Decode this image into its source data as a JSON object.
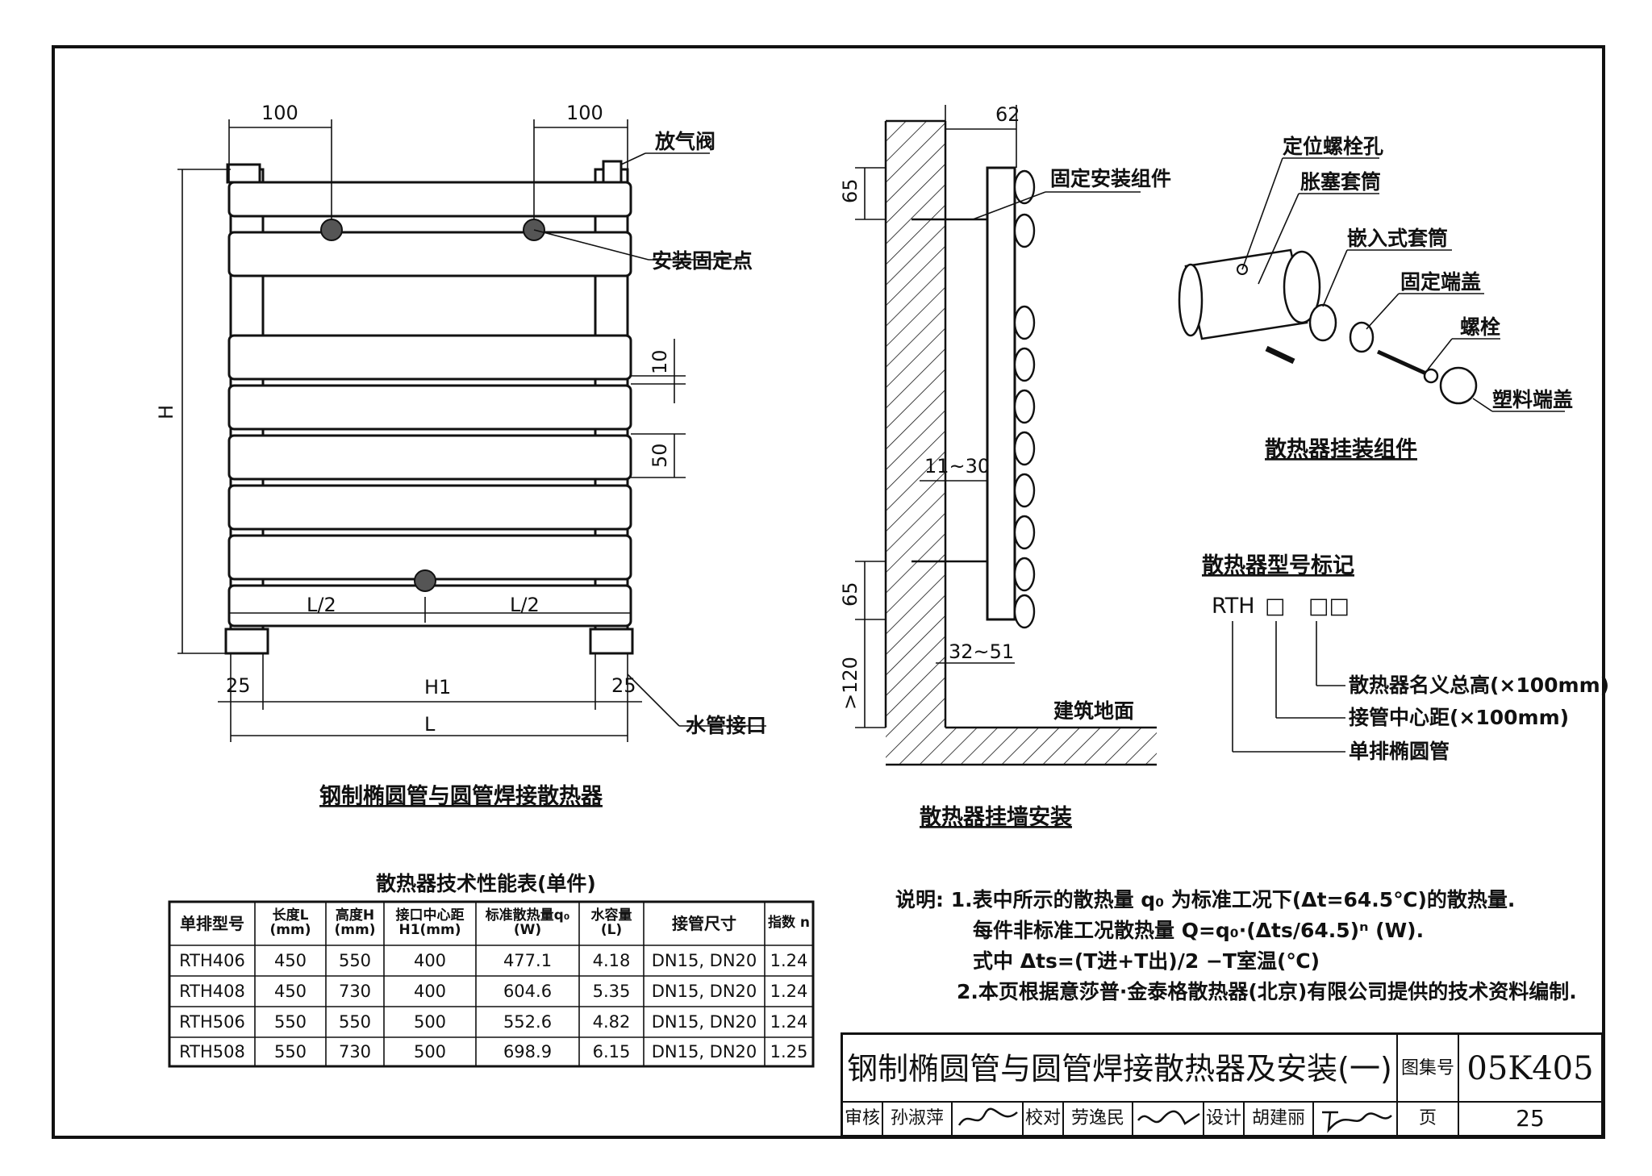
{
  "drawing": {
    "left": {
      "dim_top_left": "100",
      "dim_top_right": "100",
      "label_air_valve": "放气阀",
      "label_fix_point": "安装固定点",
      "dim_gap": "10",
      "dim_pitch": "50",
      "dim_height": "H",
      "half_left": "L/2",
      "half_right": "L/2",
      "edge_left": "25",
      "edge_right": "25",
      "h1": "H1",
      "length": "L",
      "label_water_port": "水管接口",
      "caption": "钢制椭圆管与圆管焊接散热器"
    },
    "middle": {
      "dim_depth": "62",
      "dim_top65": "65",
      "label_fix_assembly": "固定安装组件",
      "dim_wall_gap": "11~30",
      "dim_bottom65": "65",
      "dim_floor": ">120",
      "dim_offset": "32~51",
      "label_floor": "建筑地面",
      "caption": "散热器挂墙安装"
    },
    "right": {
      "label_locate_hole": "定位螺栓孔",
      "label_sleeve": "胀塞套筒",
      "label_embed_sleeve": "嵌入式套筒",
      "label_end_cap": "固定端盖",
      "label_bolt": "螺栓",
      "label_plastic_cap": "塑料端盖",
      "caption": "散热器挂装组件",
      "model_title": "散热器型号标记",
      "model_code": "RTH",
      "model_box1": "□",
      "model_box2": "□□",
      "legend_height": "散热器名义总高(×100mm)",
      "legend_center": "接管中心距(×100mm)",
      "legend_tube": "单排椭圆管"
    }
  },
  "table": {
    "title": "散热器技术性能表(单件)",
    "headers": [
      "单排型号",
      "长度L (mm)",
      "高度H (mm)",
      "接口中心距 H1(mm)",
      "标准散热量q₀ (W)",
      "水容量 (L)",
      "接管尺寸",
      "指数 n"
    ],
    "rows": [
      [
        "RTH406",
        "450",
        "550",
        "400",
        "477.1",
        "4.18",
        "DN15, DN20",
        "1.24"
      ],
      [
        "RTH408",
        "450",
        "730",
        "400",
        "604.6",
        "5.35",
        "DN15, DN20",
        "1.24"
      ],
      [
        "RTH506",
        "550",
        "550",
        "500",
        "552.6",
        "4.82",
        "DN15, DN20",
        "1.24"
      ],
      [
        "RTH508",
        "550",
        "730",
        "500",
        "698.9",
        "6.15",
        "DN15, DN20",
        "1.25"
      ]
    ]
  },
  "notes": {
    "line1": "说明: 1.表中所示的散热量 q₀ 为标准工况下(Δt=64.5℃)的散热量.",
    "line2": "每件非标准工况散热量 Q=q₀·(Δts/64.5)ⁿ (W).",
    "line3": "式中 Δts=(T进+T出)/2 −T室温(℃)",
    "line4": "2.本页根据意莎普·金泰格散热器(北京)有限公司提供的技术资料编制."
  },
  "title_block": {
    "title": "钢制椭圆管与圆管焊接散热器及安装(一)",
    "atlas_label": "图集号",
    "atlas_no": "05K405",
    "review_label": "审核",
    "review_name": "孙淑萍",
    "check_label": "校对",
    "check_name": "劳逸民",
    "design_label": "设计",
    "design_name": "胡建丽",
    "page_label": "页",
    "page_no": "25"
  }
}
